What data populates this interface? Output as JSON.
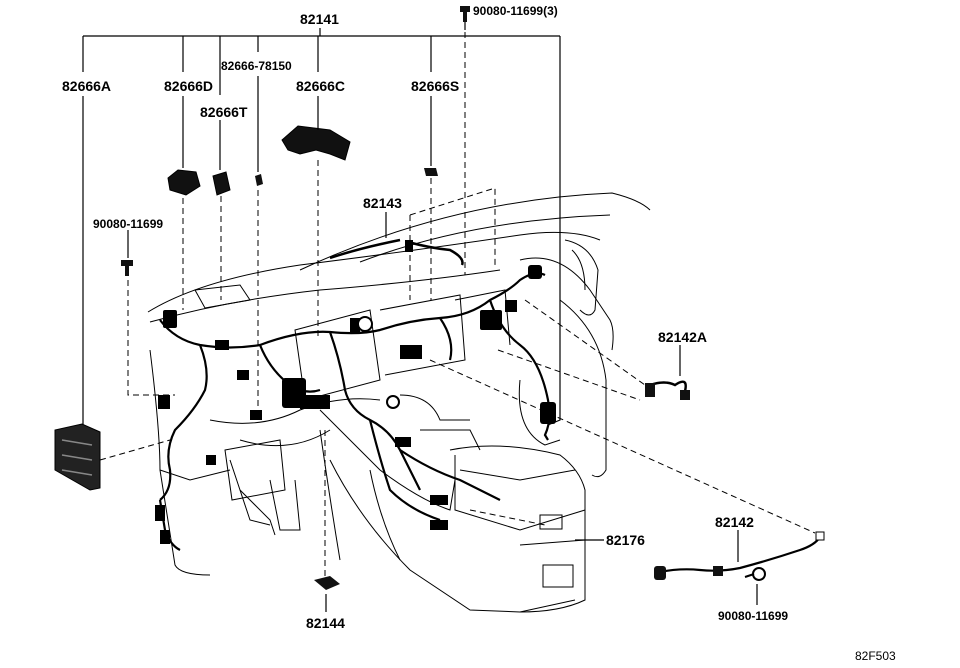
{
  "diagram_code": "82F503",
  "callouts": {
    "c82141": "82141",
    "c90080_top": "90080-11699(3)",
    "c82666A": "82666A",
    "c82666D": "82666D",
    "c82666_78150": "82666-78150",
    "c82666T": "82666T",
    "c82666C": "82666C",
    "c82666S": "82666S",
    "c90080_left": "90080-11699",
    "c82143": "82143",
    "c82142A": "82142A",
    "c82142": "82142",
    "c82176": "82176",
    "c90080_bottom": "90080-11699",
    "c82144": "82144"
  }
}
